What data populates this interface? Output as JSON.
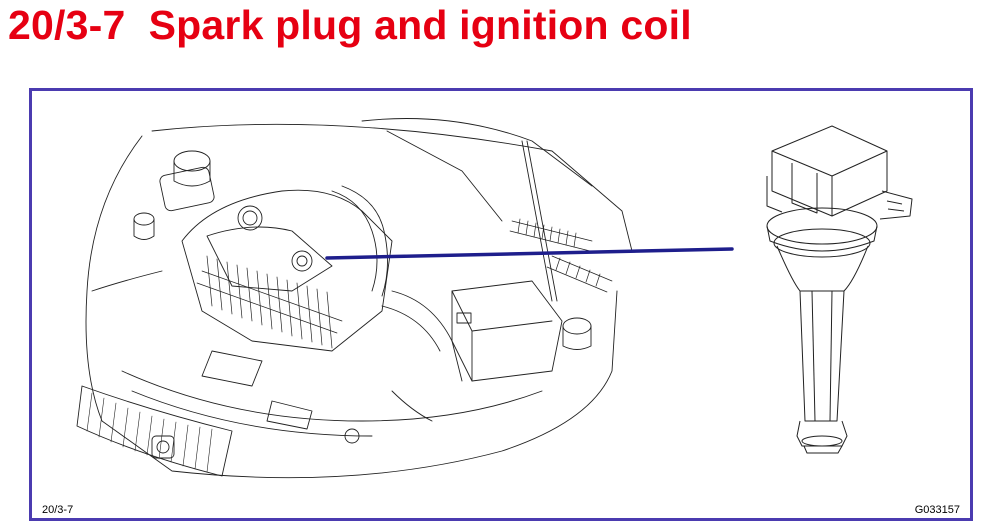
{
  "heading": {
    "title": "20/3-7  Spark plug and ignition coil",
    "title_color": "#e60012"
  },
  "figure": {
    "frame_color": "#4b3bb0",
    "pointer_color": "#1e1e8c",
    "caption_left": "20/3-7",
    "caption_right": "G033157"
  }
}
